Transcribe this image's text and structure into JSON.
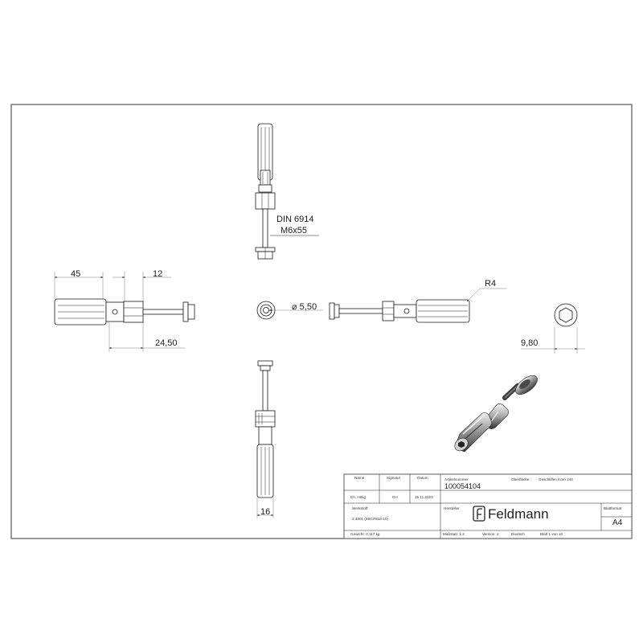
{
  "views": {
    "top": {
      "std_line1": "DIN 6914",
      "std_line2": "M6x55"
    },
    "left": {
      "dim_length": "45",
      "dim_nut": "12",
      "dim_head": "24,50"
    },
    "center": {
      "dim_hole": "⌀ 5,50"
    },
    "right": {
      "dim_radius": "R4"
    },
    "end": {
      "dim_width": "9,80"
    },
    "bottom": {
      "dim_width": "16"
    }
  },
  "title_block": {
    "col_name": "Name",
    "col_signatur": "Signatur",
    "col_datum": "Datum",
    "name_value": "Ch. Hölig",
    "signatur_value": "CH",
    "datum_value": "15.11.2023",
    "artikel_label": "Artikelnummer",
    "artikel_value": "100054104",
    "oberflaeche_label": "Oberfläche:",
    "oberflaeche_value": "Geschliffen Korn 240",
    "werkstoff_label": "Werkstoff:",
    "werkstoff_value": "1.4301 (X5CrNi18-10)",
    "hersteller_label": "Hersteller",
    "logo_text": "Feldmann",
    "blattformat_label": "Blattformat",
    "blattformat_value": "A4",
    "gewicht": "Gewicht: 0,117 kg",
    "massstab": "Maßstab: 1:2",
    "version": "Version: 1",
    "sprache": "Deutsch",
    "blatt": "Blatt 1 von 10"
  },
  "colors": {
    "line": "#1a1a1a",
    "background": "#ffffff",
    "frame": "#333333"
  }
}
